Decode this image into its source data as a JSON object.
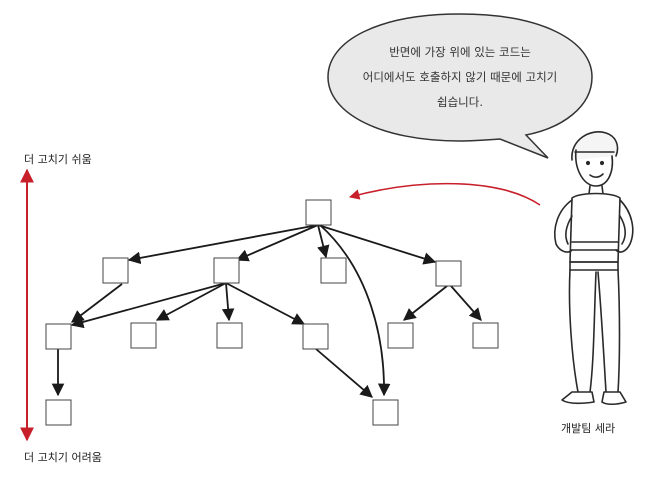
{
  "axis": {
    "top_label": "더 고치기 쉬움",
    "bottom_label": "더 고치기 어려움",
    "colors": {
      "arrow": "#c8202b",
      "node_border": "#444444",
      "edge": "#1a1a1a"
    }
  },
  "speech_bubble": {
    "lines": [
      "반면에 가장 위에 있는 코드는",
      "어디에서도 호출하지 않기 때문에 고치기",
      "쉽습니다."
    ]
  },
  "character": {
    "name": "개발팀 세라"
  }
}
